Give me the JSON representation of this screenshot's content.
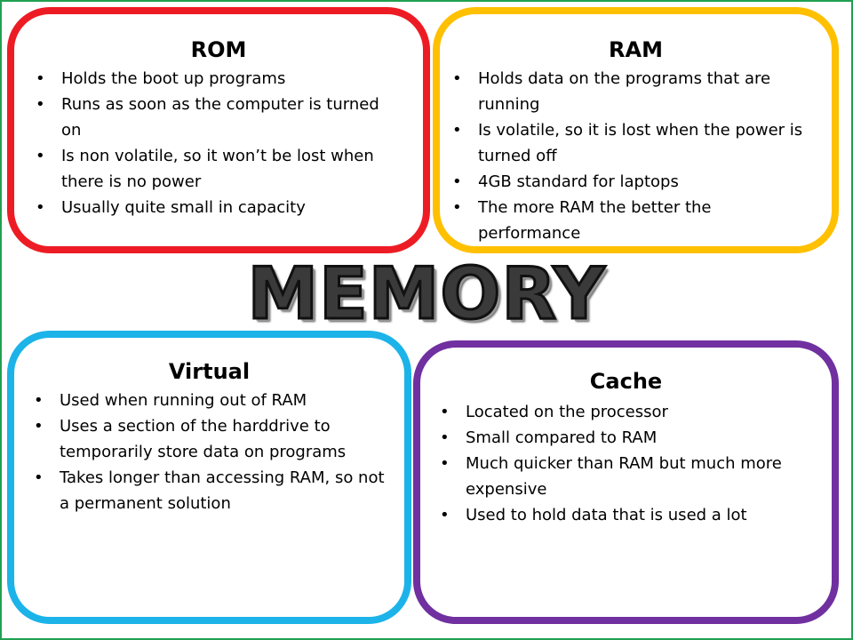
{
  "title": "MEMORY",
  "colors": {
    "rom_border": "#ed1c24",
    "ram_border": "#ffc000",
    "virtual_border": "#1cb3e8",
    "cache_border": "#7030a0",
    "frame": "#20a050"
  },
  "bullet_symbol": "•",
  "boxes": {
    "rom": {
      "heading": "ROM",
      "items": [
        "Holds the boot up programs",
        "Runs as soon as the computer is turned on",
        "Is non volatile, so it won’t be lost when there is no power",
        "Usually quite small in capacity"
      ]
    },
    "ram": {
      "heading": "RAM",
      "items": [
        "Holds data on the programs that are running",
        "Is volatile, so it is lost when the power is turned off",
        "4GB standard for laptops",
        "The more RAM the better the performance"
      ]
    },
    "virtual": {
      "heading": "Virtual",
      "items": [
        "Used when running out of RAM",
        "Uses a section of the harddrive to temporarily store data on programs",
        "Takes longer than accessing RAM, so not a permanent solution"
      ]
    },
    "cache": {
      "heading": "Cache",
      "items": [
        "Located on the processor",
        "Small compared to RAM",
        "Much quicker than RAM but much more expensive",
        "Used to hold data that is used  a lot"
      ]
    }
  }
}
